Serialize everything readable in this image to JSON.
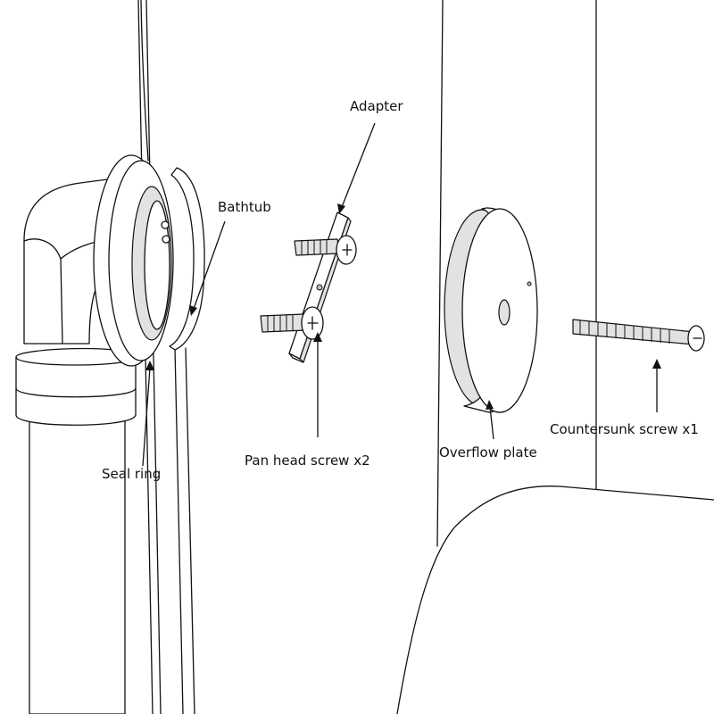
{
  "labels": {
    "adapter": "Adapter",
    "bathtub": "Bathtub",
    "pan_head_screw": "Pan head screw x2",
    "overflow_plate": "Overflow plate",
    "countersunk_screw": "Countersunk screw x1",
    "seal_ring": "Seal ring"
  },
  "colors": {
    "line": "#111111",
    "background": "#ffffff",
    "shade": "#e2e2e2"
  }
}
